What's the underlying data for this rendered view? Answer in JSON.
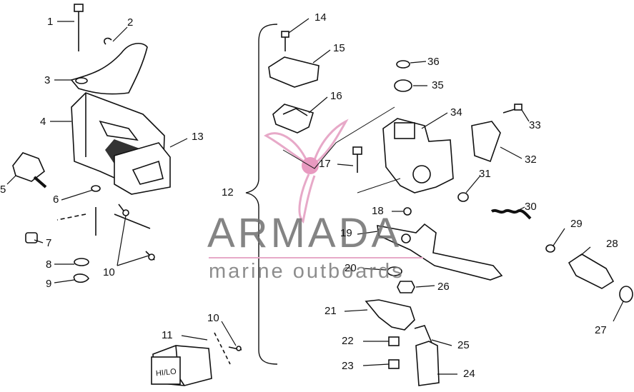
{
  "watermark": {
    "brand": "ARMADA",
    "tagline": "marine outboards",
    "colors": {
      "logo_pink": "#e7a9c8",
      "logo_dot": "#e89ac0",
      "text_gray": "#6f6f6f"
    }
  },
  "switch_label": "HI/LO",
  "callouts": [
    "1",
    "2",
    "3",
    "4",
    "5",
    "6",
    "7",
    "8",
    "9",
    "10",
    "10",
    "11",
    "12",
    "13",
    "14",
    "15",
    "16",
    "17",
    "18",
    "19",
    "20",
    "21",
    "22",
    "23",
    "24",
    "25",
    "26",
    "27",
    "28",
    "29",
    "30",
    "31",
    "32",
    "33",
    "34",
    "35",
    "36"
  ]
}
